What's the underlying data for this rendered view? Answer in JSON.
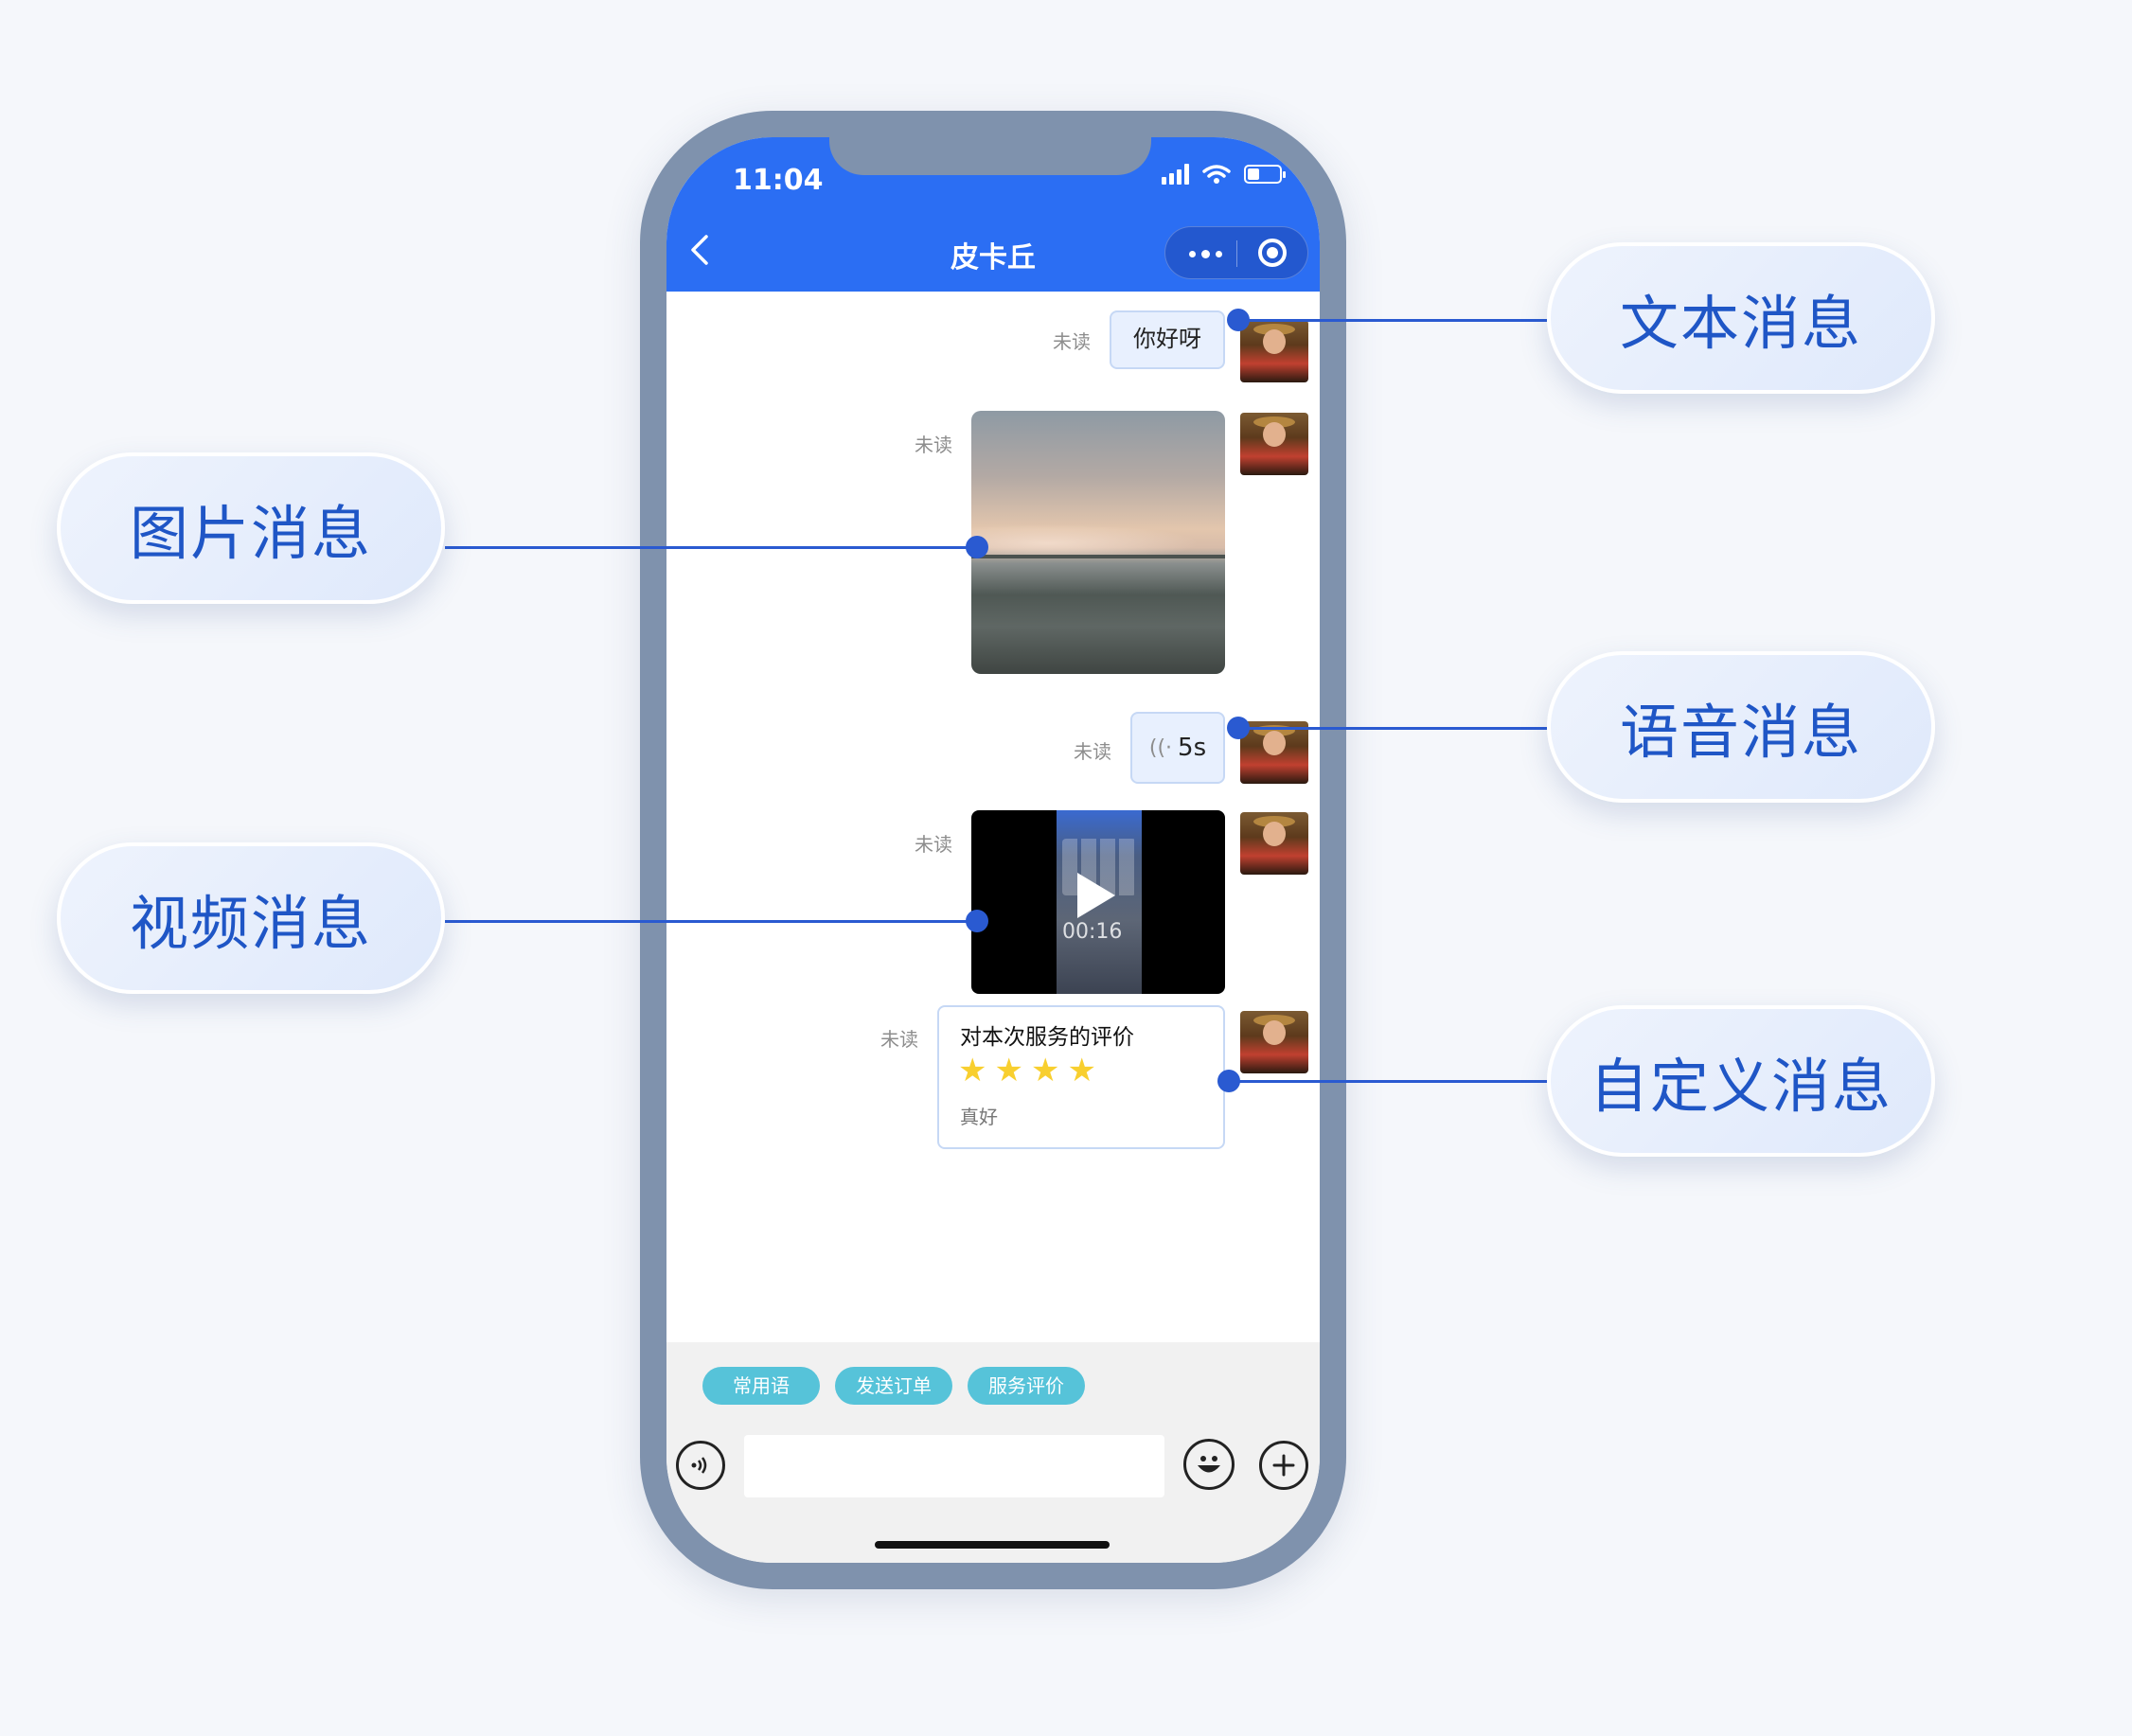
{
  "status_bar": {
    "time": "11:04"
  },
  "nav": {
    "title": "皮卡丘"
  },
  "messages": {
    "unread_label": "未读",
    "text_msg": "你好呀",
    "voice_duration": "5s",
    "video_time": "00:16",
    "custom": {
      "title": "对本次服务的评价",
      "rating": 4,
      "comment": "真好"
    }
  },
  "quick_actions": [
    "常用语",
    "发送订单",
    "服务评价"
  ],
  "callouts": {
    "text": "文本消息",
    "image": "图片消息",
    "voice": "语音消息",
    "video": "视频消息",
    "custom": "自定义消息"
  },
  "colors": {
    "header": "#2b6ef3",
    "chip": "#56c3d9",
    "callout_text": "#1f56c6",
    "star": "#f8cf2f"
  }
}
